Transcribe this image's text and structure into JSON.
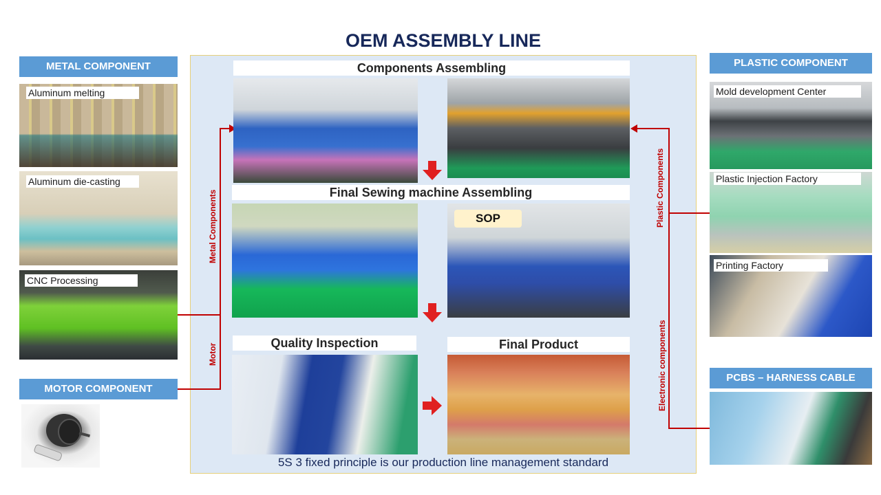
{
  "title": "OEM ASSEMBLY LINE",
  "colors": {
    "title": "#17285a",
    "category_header_bg": "#5b9bd5",
    "frame_bg": "#dde8f5",
    "frame_border": "#e6cf7a",
    "connector": "#c00000",
    "arrow": "#e02020",
    "sop_badge_bg": "#fff2cc"
  },
  "left": {
    "metal": {
      "header": "METAL COMPONENT",
      "photos": [
        {
          "caption": "Aluminum melting"
        },
        {
          "caption": "Aluminum die-casting"
        },
        {
          "caption": "CNC Processing"
        }
      ]
    },
    "motor": {
      "header": "MOTOR COMPONENT",
      "photo_alt": "electric motor and capacitor"
    }
  },
  "right": {
    "plastic": {
      "header": "PLASTIC COMPONENT",
      "photos": [
        {
          "caption": "Mold development Center"
        },
        {
          "caption": "Plastic Injection Factory"
        },
        {
          "caption": "Printing Factory"
        }
      ]
    },
    "pcbs": {
      "header": "PCBS – HARNESS CABLE"
    }
  },
  "center": {
    "stages": [
      {
        "title": "Components Assembling"
      },
      {
        "title": "Final Sewing machine Assembling",
        "badge": "SOP"
      },
      {
        "title": "Quality Inspection"
      },
      {
        "title": "Final Product"
      }
    ],
    "footer": "5S 3 fixed principle is our production line management standard"
  },
  "connectors": {
    "left_upper_label": "Metal Components",
    "left_lower_label": "Motor",
    "right_upper_label": "Plastic Components",
    "right_lower_label": "Electronic components"
  },
  "icons": {
    "flow_down_arrow": "arrow-down-icon",
    "flow_right_arrow": "arrow-right-icon",
    "connector_arrow": "arrow-head-icon"
  }
}
